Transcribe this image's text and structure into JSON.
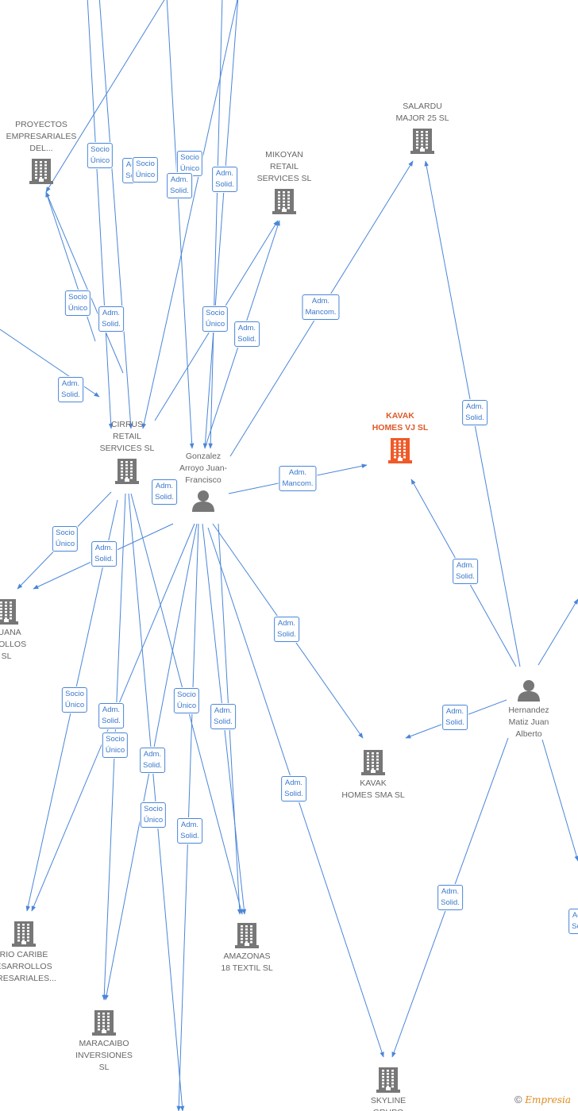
{
  "colors": {
    "edge": "#4a86d8",
    "company": "#777777",
    "highlight": "#f05a28",
    "person": "#777777"
  },
  "nodes": [
    {
      "id": "proyectos",
      "kind": "company",
      "label": "PROYECTOS\nEMPRESARIALES\nDEL..."
    },
    {
      "id": "salardu",
      "kind": "company",
      "label": "SALARDU\nMAJOR 25  SL"
    },
    {
      "id": "mikoyan",
      "kind": "company",
      "label": "MIKOYAN\nRETAIL\nSERVICES  SL"
    },
    {
      "id": "kavak_vj",
      "kind": "company-highlight",
      "label": "KAVAK\nHOMES VJ  SL"
    },
    {
      "id": "cirrus",
      "kind": "company",
      "label": "CIRRUS\nRETAIL\nSERVICES  SL"
    },
    {
      "id": "gonzalez",
      "kind": "person",
      "label": "Gonzalez\nArroyo Juan-\nFrancisco"
    },
    {
      "id": "iguana",
      "kind": "company",
      "label": "GUANA\nRROLLOS\nSL"
    },
    {
      "id": "hernandez",
      "kind": "person",
      "label": "Hernandez\nMatiz Juan\nAlberto"
    },
    {
      "id": "kavak_sma",
      "kind": "company",
      "label": "KAVAK\nHOMES SMA  SL"
    },
    {
      "id": "rio_caribe",
      "kind": "company",
      "label": "RIO CARIBE\nESARROLLOS\nPRESARIALES..."
    },
    {
      "id": "amazonas",
      "kind": "company",
      "label": "AMAZONAS\n18 TEXTIL  SL"
    },
    {
      "id": "maracaibo",
      "kind": "company",
      "label": "MARACAIBO\nINVERSIONES\nSL"
    },
    {
      "id": "skyline",
      "kind": "company",
      "label": "SKYLINE\nGRUPO"
    }
  ],
  "edge_labels": [
    "Socio\nÚnico",
    "Adm.\nSolid.",
    "Socio\nÚnico",
    "Socio\nÚnico",
    "Adm.\nSolid.",
    "Adm.\nSolid.",
    "Socio\nÚnico",
    "Adm.\nSolid.",
    "Socio\nÚnico",
    "Adm.\nSolid.",
    "Adm.\nMancom.",
    "Adm.\nSolid.",
    "Adm.\nSolid.",
    "Adm.\nMancom.",
    "Adm.\nSolid.",
    "Socio\nÚnico",
    "Adm.\nSolid.",
    "Adm.\nSolid.",
    "Adm.\nSolid.",
    "Socio\nÚnico",
    "Adm.\nSolid.",
    "Socio\nÚnico",
    "Adm.\nSolid.",
    "Socio\nÚnico",
    "Adm.\nSolid.",
    "Adm.\nSolid.",
    "Adm.\nSolid.",
    "Socio\nÚnico",
    "Adm.\nSolid.",
    "Adm.\nSolid.",
    "Adm.\nSolid."
  ],
  "footer": {
    "copyright": "©",
    "brand": "Empresia"
  }
}
